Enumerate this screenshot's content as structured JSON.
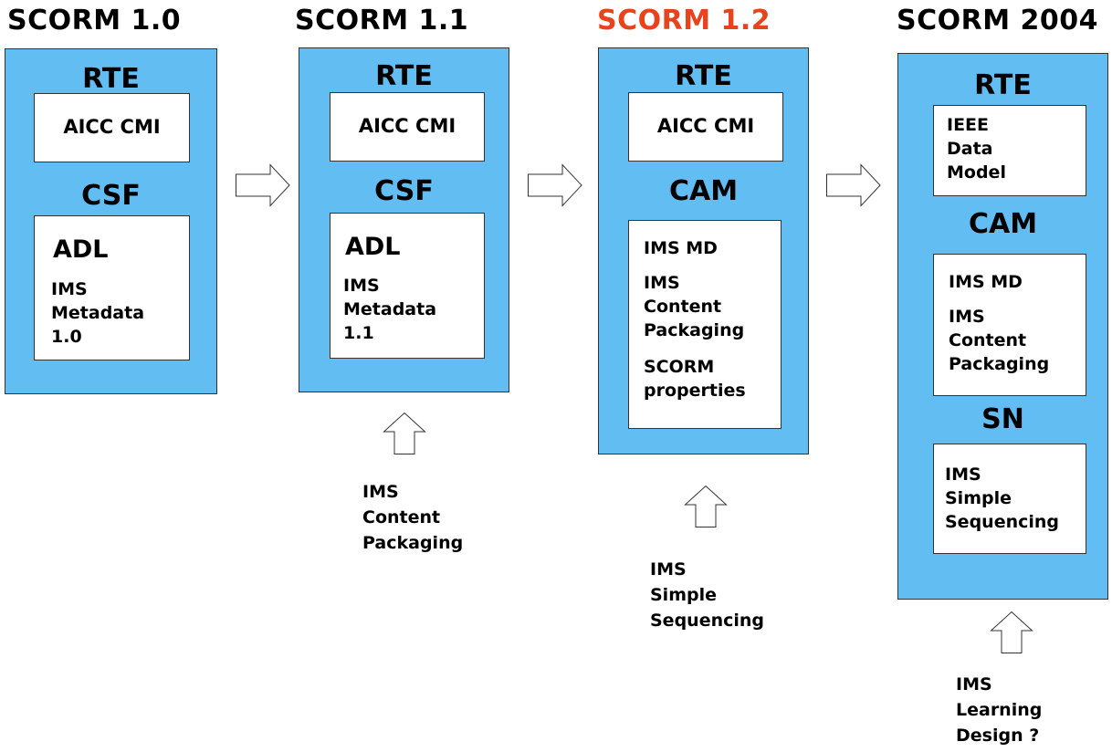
{
  "colors": {
    "panel": "#62bdf3",
    "highlight_title": "#e8431b",
    "box": "#ffffff"
  },
  "columns": [
    {
      "title": "SCORM 1.0",
      "rte": {
        "label": "RTE",
        "text": "AICC CMI"
      },
      "section2": {
        "label": "CSF",
        "heading": "ADL",
        "lines": [
          "IMS",
          "Metadata",
          "1.0"
        ]
      }
    },
    {
      "title": "SCORM 1.1",
      "rte": {
        "label": "RTE",
        "text": "AICC CMI"
      },
      "section2": {
        "label": "CSF",
        "heading": "ADL",
        "lines": [
          "IMS",
          "Metadata",
          "1.1"
        ]
      },
      "input": [
        "IMS",
        "Content",
        "Packaging"
      ]
    },
    {
      "title": "SCORM 1.2",
      "rte": {
        "label": "RTE",
        "text": "AICC CMI"
      },
      "section2": {
        "label": "CAM",
        "items": [
          [
            "IMS MD"
          ],
          [
            "IMS",
            "Content",
            "Packaging"
          ],
          [
            "SCORM",
            "properties"
          ]
        ]
      },
      "input": [
        "IMS",
        "Simple",
        "Sequencing"
      ]
    },
    {
      "title": "SCORM 2004",
      "rte": {
        "label": "RTE",
        "lines": [
          "IEEE",
          "Data",
          "Model"
        ]
      },
      "section2": {
        "label": "CAM",
        "items": [
          [
            "IMS MD"
          ],
          [
            "IMS",
            "Content",
            "Packaging"
          ]
        ]
      },
      "section3": {
        "label": "SN",
        "lines": [
          "IMS",
          "Simple",
          "Sequencing"
        ]
      },
      "input": [
        "IMS",
        "Learning",
        "Design ?"
      ]
    }
  ]
}
